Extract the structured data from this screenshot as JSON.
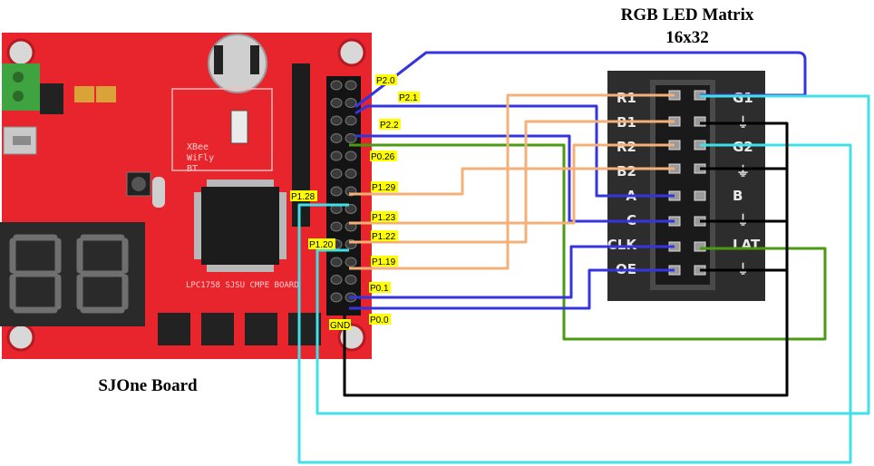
{
  "titles": {
    "matrix_line1": "RGB LED Matrix",
    "matrix_line2": "16x32",
    "board": "SJOne Board"
  },
  "board": {
    "silk_chip": "LPC1758 SJSU CMPE BOARD",
    "silk_xbee": [
      "XBee",
      "WiFly",
      "BT"
    ]
  },
  "sjone_pins": {
    "p2_0": "P2.0",
    "p2_1": "P2.1",
    "p2_2": "P2.2",
    "p0_26": "P0.26",
    "p1_29": "P1.29",
    "p1_28": "P1.28",
    "p1_23": "P1.23",
    "p1_22": "P1.22",
    "p1_20": "P1.20",
    "p1_19": "P1.19",
    "p0_1": "P0.1",
    "p0_0": "P0.0",
    "gnd": "GND"
  },
  "header_left": {
    "r1": "R1",
    "b1": "B1",
    "r2": "R2",
    "b2": "B2",
    "a": "A",
    "c": "C",
    "clk": "CLK",
    "oe": "OE"
  },
  "header_right": {
    "g1": "G1",
    "g2": "G2",
    "b": "B",
    "lat": "LAT",
    "gnd_symbol": "⏚"
  },
  "wire_colors": {
    "blue": "#3535e0",
    "cyan": "#41e0e8",
    "orange": "#f5b07a",
    "green": "#4a9a12",
    "black": "#000000"
  },
  "highlight_color": "#ffff00",
  "board_color": "#e8242c"
}
